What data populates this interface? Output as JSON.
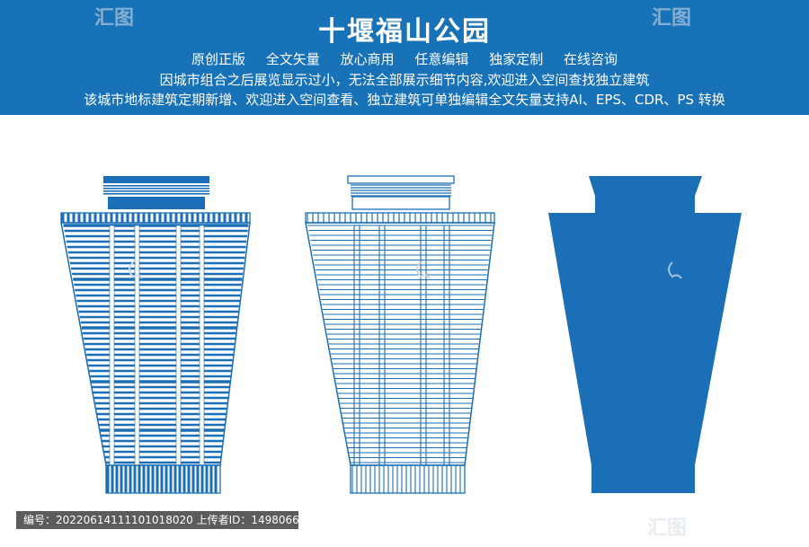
{
  "header": {
    "title": "十堰福山公园",
    "features": [
      "原创正版",
      "全文矢量",
      "放心商用",
      "任意编辑",
      "独家定制",
      "在线咨询"
    ],
    "line2": "因城市组合之后展览显示过小，无法全部展示细节内容,欢迎进入空间查找独立建筑",
    "line3": "该城市地标建筑定期新增、欢迎进入空间查看、独立建筑可单独编辑全文矢量支持AI、EPS、CDR、PS 转换"
  },
  "footer": {
    "id_label": "编号",
    "id_value": "20220614111101018020",
    "uploader_label": "上传者ID",
    "uploader_value": "1498066"
  },
  "watermark": {
    "text": "汇图"
  },
  "colors": {
    "brand_blue": "#1872b8",
    "building_blue": "#1a6fb6",
    "footer_gray": "#5c5c5c"
  }
}
